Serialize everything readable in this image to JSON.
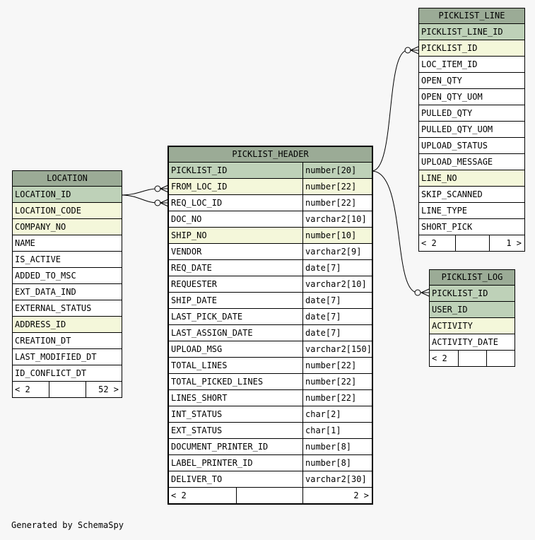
{
  "footer": "Generated by SchemaSpy",
  "tables": {
    "location": {
      "title": "LOCATION",
      "columns": [
        {
          "name": "LOCATION_ID",
          "kind": "pk"
        },
        {
          "name": "LOCATION_CODE",
          "kind": "fk"
        },
        {
          "name": "COMPANY_NO",
          "kind": "fk"
        },
        {
          "name": "NAME",
          "kind": "plain"
        },
        {
          "name": "IS_ACTIVE",
          "kind": "plain"
        },
        {
          "name": "ADDED_TO_MSC",
          "kind": "plain"
        },
        {
          "name": "EXT_DATA_IND",
          "kind": "plain"
        },
        {
          "name": "EXTERNAL_STATUS",
          "kind": "plain"
        },
        {
          "name": "ADDRESS_ID",
          "kind": "fk"
        },
        {
          "name": "CREATION_DT",
          "kind": "plain"
        },
        {
          "name": "LAST_MODIFIED_DT",
          "kind": "plain"
        },
        {
          "name": "ID_CONFLICT_DT",
          "kind": "plain"
        }
      ],
      "footer": {
        "left": "< 2",
        "right": "52 >"
      }
    },
    "picklist_header": {
      "title": "PICKLIST_HEADER",
      "columns": [
        {
          "name": "PICKLIST_ID",
          "type": "number[20]",
          "kind": "pk"
        },
        {
          "name": "FROM_LOC_ID",
          "type": "number[22]",
          "kind": "fk"
        },
        {
          "name": "REQ_LOC_ID",
          "type": "number[22]",
          "kind": "plain"
        },
        {
          "name": "DOC_NO",
          "type": "varchar2[10]",
          "kind": "plain"
        },
        {
          "name": "SHIP_NO",
          "type": "number[10]",
          "kind": "fk"
        },
        {
          "name": "VENDOR",
          "type": "varchar2[9]",
          "kind": "plain"
        },
        {
          "name": "REQ_DATE",
          "type": "date[7]",
          "kind": "plain"
        },
        {
          "name": "REQUESTER",
          "type": "varchar2[10]",
          "kind": "plain"
        },
        {
          "name": "SHIP_DATE",
          "type": "date[7]",
          "kind": "plain"
        },
        {
          "name": "LAST_PICK_DATE",
          "type": "date[7]",
          "kind": "plain"
        },
        {
          "name": "LAST_ASSIGN_DATE",
          "type": "date[7]",
          "kind": "plain"
        },
        {
          "name": "UPLOAD_MSG",
          "type": "varchar2[150]",
          "kind": "plain"
        },
        {
          "name": "TOTAL_LINES",
          "type": "number[22]",
          "kind": "plain"
        },
        {
          "name": "TOTAL_PICKED_LINES",
          "type": "number[22]",
          "kind": "plain"
        },
        {
          "name": "LINES_SHORT",
          "type": "number[22]",
          "kind": "plain"
        },
        {
          "name": "INT_STATUS",
          "type": "char[2]",
          "kind": "plain"
        },
        {
          "name": "EXT_STATUS",
          "type": "char[1]",
          "kind": "plain"
        },
        {
          "name": "DOCUMENT_PRINTER_ID",
          "type": "number[8]",
          "kind": "plain"
        },
        {
          "name": "LABEL_PRINTER_ID",
          "type": "number[8]",
          "kind": "plain"
        },
        {
          "name": "DELIVER_TO",
          "type": "varchar2[30]",
          "kind": "plain"
        }
      ],
      "footer": {
        "left": "< 2",
        "right": "2 >"
      }
    },
    "picklist_line": {
      "title": "PICKLIST_LINE",
      "columns": [
        {
          "name": "PICKLIST_LINE_ID",
          "kind": "pk"
        },
        {
          "name": "PICKLIST_ID",
          "kind": "fk"
        },
        {
          "name": "LOC_ITEM_ID",
          "kind": "plain"
        },
        {
          "name": "OPEN_QTY",
          "kind": "plain"
        },
        {
          "name": "OPEN_QTY_UOM",
          "kind": "plain"
        },
        {
          "name": "PULLED_QTY",
          "kind": "plain"
        },
        {
          "name": "PULLED_QTY_UOM",
          "kind": "plain"
        },
        {
          "name": "UPLOAD_STATUS",
          "kind": "plain"
        },
        {
          "name": "UPLOAD_MESSAGE",
          "kind": "plain"
        },
        {
          "name": "LINE_NO",
          "kind": "fk"
        },
        {
          "name": "SKIP_SCANNED",
          "kind": "plain"
        },
        {
          "name": "LINE_TYPE",
          "kind": "plain"
        },
        {
          "name": "SHORT_PICK",
          "kind": "plain"
        }
      ],
      "footer": {
        "left": "< 2",
        "right": "1 >"
      }
    },
    "picklist_log": {
      "title": "PICKLIST_LOG",
      "columns": [
        {
          "name": "PICKLIST_ID",
          "kind": "pk"
        },
        {
          "name": "USER_ID",
          "kind": "pk"
        },
        {
          "name": "ACTIVITY",
          "kind": "fk"
        },
        {
          "name": "ACTIVITY_DATE",
          "kind": "plain"
        }
      ],
      "footer": {
        "left": "< 2",
        "right": ""
      }
    }
  }
}
